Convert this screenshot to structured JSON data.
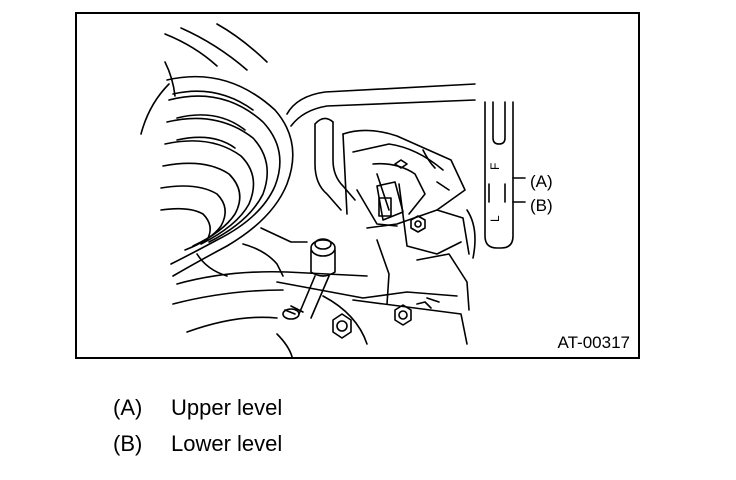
{
  "figure": {
    "id": "AT-00317",
    "gauge_marks": {
      "upper": "F",
      "lower": "L"
    },
    "callouts": [
      {
        "key": "(A)"
      },
      {
        "key": "(B)"
      }
    ]
  },
  "legend": [
    {
      "key": "(A)",
      "text": "Upper level"
    },
    {
      "key": "(B)",
      "text": "Lower level"
    }
  ]
}
